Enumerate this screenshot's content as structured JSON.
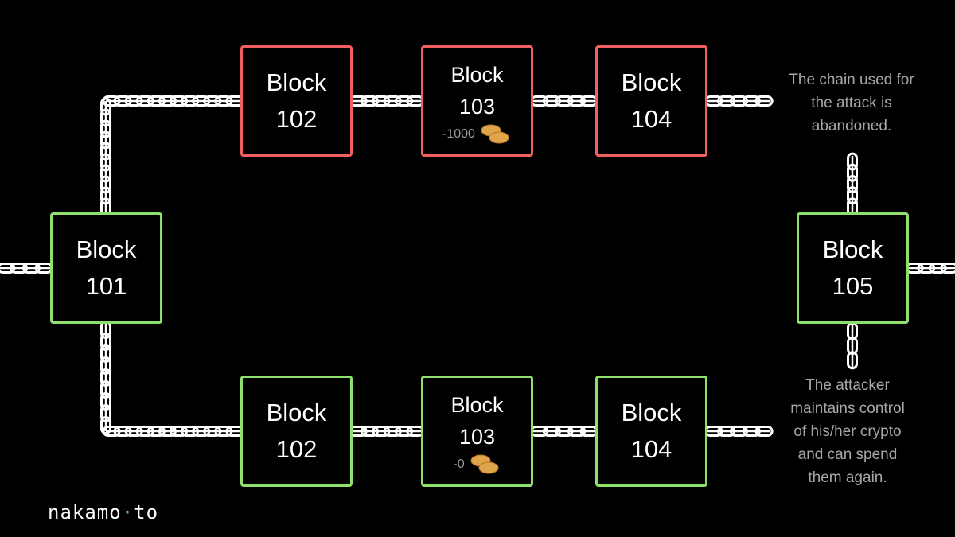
{
  "colors": {
    "attack_border": "#f0605e",
    "honest_border": "#8fe06a",
    "chain": "#ffffff",
    "coin": "#e0a44a",
    "note_text": "#a7a7a7",
    "logo_dot": "#3fd49a"
  },
  "blocks": {
    "b101": {
      "title": "Block",
      "number": "101"
    },
    "b105": {
      "title": "Block",
      "number": "105"
    },
    "attack": [
      {
        "title": "Block",
        "number": "102"
      },
      {
        "title": "Block",
        "number": "103",
        "amount": "-1000"
      },
      {
        "title": "Block",
        "number": "104"
      }
    ],
    "honest": [
      {
        "title": "Block",
        "number": "102"
      },
      {
        "title": "Block",
        "number": "103",
        "amount": "-0"
      },
      {
        "title": "Block",
        "number": "104"
      }
    ]
  },
  "notes": {
    "attack": [
      "The chain used for",
      "the attack is",
      "abandoned."
    ],
    "honest": [
      "The attacker",
      "maintains control",
      "of his/her crypto",
      "and can spend",
      "them again."
    ]
  },
  "logo": {
    "part1": "nakamo",
    "dot": "·",
    "part2": "to"
  }
}
